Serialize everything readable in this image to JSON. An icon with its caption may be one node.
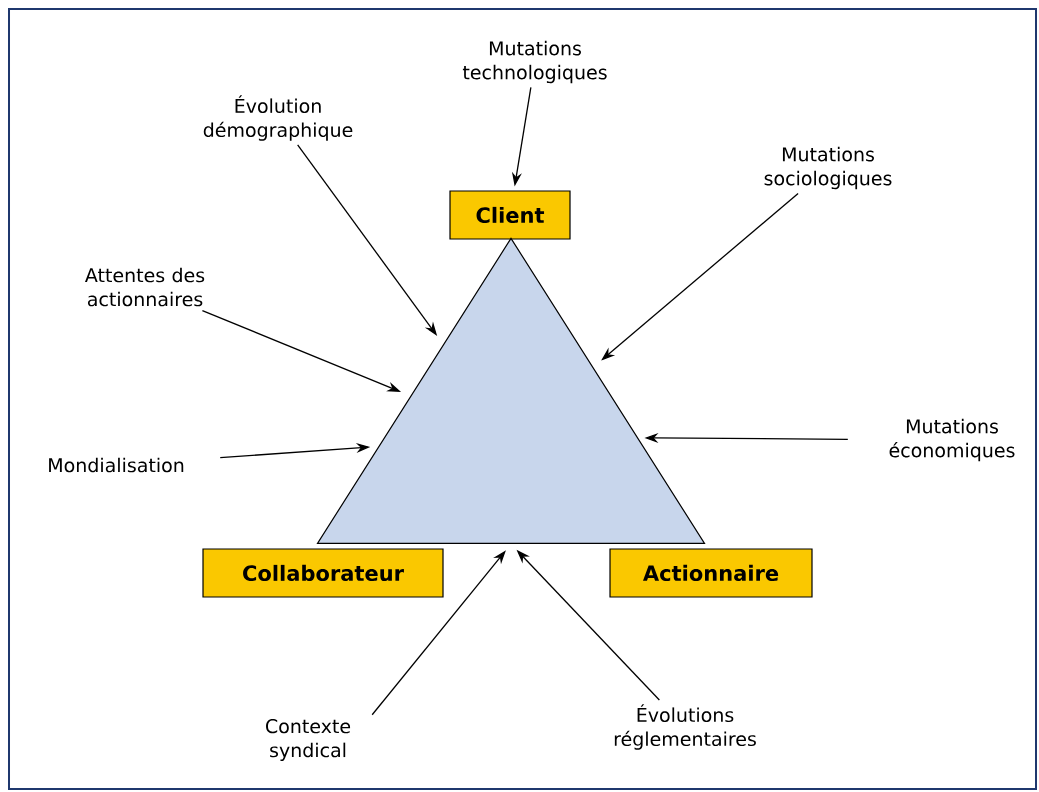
{
  "diagram": {
    "nodes": [
      {
        "text": [
          "Mutations technologiques"
        ]
      },
      {
        "text": [
          "Évolution démographique"
        ]
      },
      {
        "text": [
          "Client"
        ]
      },
      {
        "text": [
          "Mutations sociologiques"
        ]
      },
      {
        "text": [
          "Attentes des actionnaires"
        ]
      },
      {
        "text": [],
        "shape": "triangle"
      },
      {
        "text": [
          "Mutations économiques"
        ]
      },
      {
        "text": [
          "Mondialisation"
        ]
      },
      {
        "text": [
          "Collaborateur"
        ]
      },
      {
        "text": [
          "Actionnaire"
        ]
      },
      {
        "text": [
          "Contexte syndical"
        ]
      },
      {
        "text": [
          "Évolutions réglementaires"
        ]
      }
    ],
    "edges": [
      {
        "from": 0,
        "to": 2,
        "arrow": "to"
      },
      {
        "from": 1,
        "to": 5,
        "arrow": "to"
      },
      {
        "from": 3,
        "to": 5,
        "arrow": "to"
      },
      {
        "from": 4,
        "to": 5,
        "arrow": "to"
      },
      {
        "from": 6,
        "to": 5,
        "arrow": "to"
      },
      {
        "from": 7,
        "to": 5,
        "arrow": "to"
      },
      {
        "from": 10,
        "to": 5,
        "arrow": "to"
      },
      {
        "from": 11,
        "to": 5,
        "arrow": "to"
      }
    ]
  }
}
